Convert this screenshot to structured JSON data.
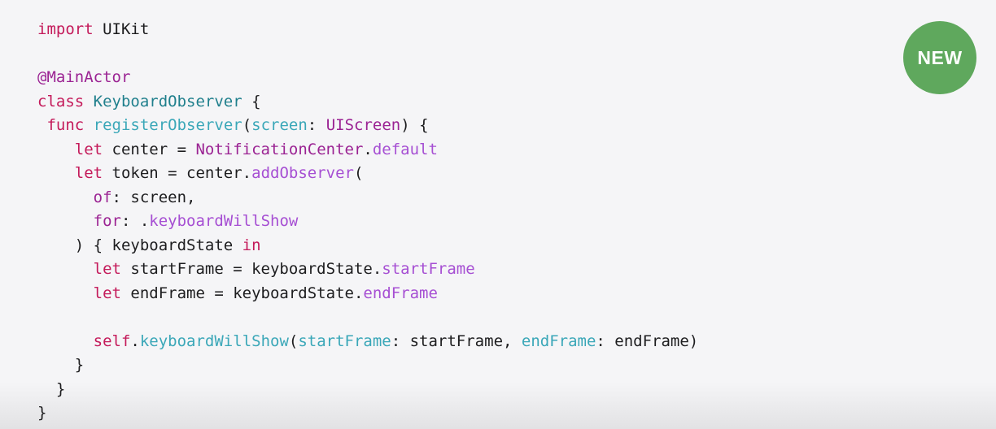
{
  "badge": {
    "label": "NEW",
    "color": "#5fa85d"
  },
  "code": {
    "language": "swift",
    "lines": [
      [
        {
          "t": "import",
          "k": "keyword"
        },
        {
          "t": " UIKit",
          "k": "plain"
        }
      ],
      [],
      [
        {
          "t": "@MainActor",
          "k": "attr"
        }
      ],
      [
        {
          "t": "class",
          "k": "keyword"
        },
        {
          "t": " ",
          "k": "plain"
        },
        {
          "t": "KeyboardObserver",
          "k": "type"
        },
        {
          "t": " {",
          "k": "plain"
        }
      ],
      [
        {
          "t": " ",
          "k": "plain"
        },
        {
          "t": "func",
          "k": "keyword"
        },
        {
          "t": " ",
          "k": "plain"
        },
        {
          "t": "registerObserver",
          "k": "func"
        },
        {
          "t": "(",
          "k": "plain"
        },
        {
          "t": "screen",
          "k": "param"
        },
        {
          "t": ": ",
          "k": "plain"
        },
        {
          "t": "UIScreen",
          "k": "type2"
        },
        {
          "t": ") {",
          "k": "plain"
        }
      ],
      [
        {
          "t": "    ",
          "k": "plain"
        },
        {
          "t": "let",
          "k": "keyword"
        },
        {
          "t": " center = ",
          "k": "plain"
        },
        {
          "t": "NotificationCenter",
          "k": "type2"
        },
        {
          "t": ".",
          "k": "plain"
        },
        {
          "t": "default",
          "k": "member"
        }
      ],
      [
        {
          "t": "    ",
          "k": "plain"
        },
        {
          "t": "let",
          "k": "keyword"
        },
        {
          "t": " token = center.",
          "k": "plain"
        },
        {
          "t": "addObserver",
          "k": "member"
        },
        {
          "t": "(",
          "k": "plain"
        }
      ],
      [
        {
          "t": "      ",
          "k": "plain"
        },
        {
          "t": "of",
          "k": "label"
        },
        {
          "t": ": screen,",
          "k": "plain"
        }
      ],
      [
        {
          "t": "      ",
          "k": "plain"
        },
        {
          "t": "for",
          "k": "label"
        },
        {
          "t": ": .",
          "k": "plain"
        },
        {
          "t": "keyboardWillShow",
          "k": "member"
        }
      ],
      [
        {
          "t": "    ) { keyboardState ",
          "k": "plain"
        },
        {
          "t": "in",
          "k": "keyword"
        }
      ],
      [
        {
          "t": "      ",
          "k": "plain"
        },
        {
          "t": "let",
          "k": "keyword"
        },
        {
          "t": " startFrame = keyboardState.",
          "k": "plain"
        },
        {
          "t": "startFrame",
          "k": "member"
        }
      ],
      [
        {
          "t": "      ",
          "k": "plain"
        },
        {
          "t": "let",
          "k": "keyword"
        },
        {
          "t": " endFrame = keyboardState.",
          "k": "plain"
        },
        {
          "t": "endFrame",
          "k": "member"
        }
      ],
      [],
      [
        {
          "t": "      ",
          "k": "plain"
        },
        {
          "t": "self",
          "k": "keyword"
        },
        {
          "t": ".",
          "k": "plain"
        },
        {
          "t": "keyboardWillShow",
          "k": "func"
        },
        {
          "t": "(",
          "k": "plain"
        },
        {
          "t": "startFrame",
          "k": "param"
        },
        {
          "t": ": startFrame, ",
          "k": "plain"
        },
        {
          "t": "endFrame",
          "k": "param"
        },
        {
          "t": ": endFrame)",
          "k": "plain"
        }
      ],
      [
        {
          "t": "    }",
          "k": "plain"
        }
      ],
      [
        {
          "t": "  }",
          "k": "plain"
        }
      ],
      [
        {
          "t": "}",
          "k": "plain"
        }
      ]
    ]
  }
}
